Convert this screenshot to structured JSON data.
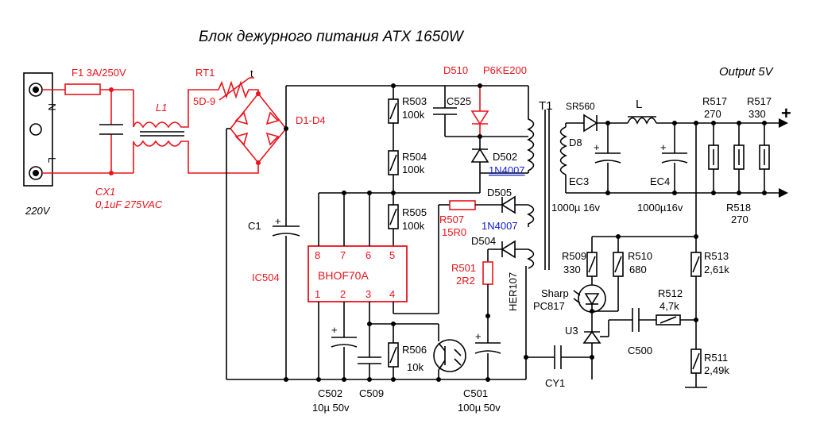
{
  "title": "Блок дежурного питания ATX 1650W",
  "output_label": "Output 5V",
  "plus_sign": "+",
  "input": {
    "voltage": "220V",
    "pin_n": "N",
    "pin_l": "L",
    "fuse": "F1  3A/250V",
    "choke": "L1",
    "cap_name": "CX1",
    "cap_value": "0,1uF 275VAC",
    "thermistor": "RT1",
    "thermistor_value": "5D-9",
    "thermistor_t": "t",
    "bridge": "D1-D4"
  },
  "primary": {
    "c1": "C1",
    "ic_ref": "IC504",
    "ic_part": "BHOF70A",
    "ic_pins_top": [
      "8",
      "7",
      "6",
      "5"
    ],
    "ic_pins_bottom": [
      "1",
      "2",
      "3",
      "4"
    ],
    "r503": "R503",
    "r503_val": "100k",
    "c525": "C525",
    "r504": "R504",
    "r504_val": "100k",
    "r505": "R505",
    "r505_val": "100k",
    "d510": "D510",
    "d510_val": "P6KE200",
    "d502": "D502",
    "d502_val": "1N4007",
    "d505": "D505",
    "d505_val": "1N4007",
    "r507": "R507",
    "r507_val": "15R0",
    "d504": "D504",
    "d504_val": "HER107",
    "r501": "R501",
    "r501_val": "2R2",
    "r506": "R506",
    "r506_val": "10k",
    "c502": "C502",
    "c502_val": "10µ 50v",
    "c509": "C509",
    "c501": "C501",
    "c501_val": "100µ 50v",
    "t1": "T1",
    "cy1": "CY1"
  },
  "secondary": {
    "d8_part": "SR560",
    "d8": "D8",
    "l": "L",
    "ec3": "EC3",
    "ec3_val": "1000µ 16v",
    "ec4": "EC4",
    "ec4_val": "1000µ16v",
    "r517a": "R517",
    "r517a_val": "270",
    "r517b": "R517",
    "r517b_val": "330",
    "r518": "R518",
    "r518_val": "270",
    "r509": "R509",
    "r509_val": "330",
    "r510": "R510",
    "r510_val": "680",
    "r513": "R513",
    "r513_val": "2,61k",
    "opto_maker": "Sharp",
    "opto_part": "PC817",
    "r512": "R512",
    "r512_val": "4,7k",
    "u3": "U3",
    "c500": "C500",
    "r511": "R511",
    "r511_val": "2,49k"
  }
}
